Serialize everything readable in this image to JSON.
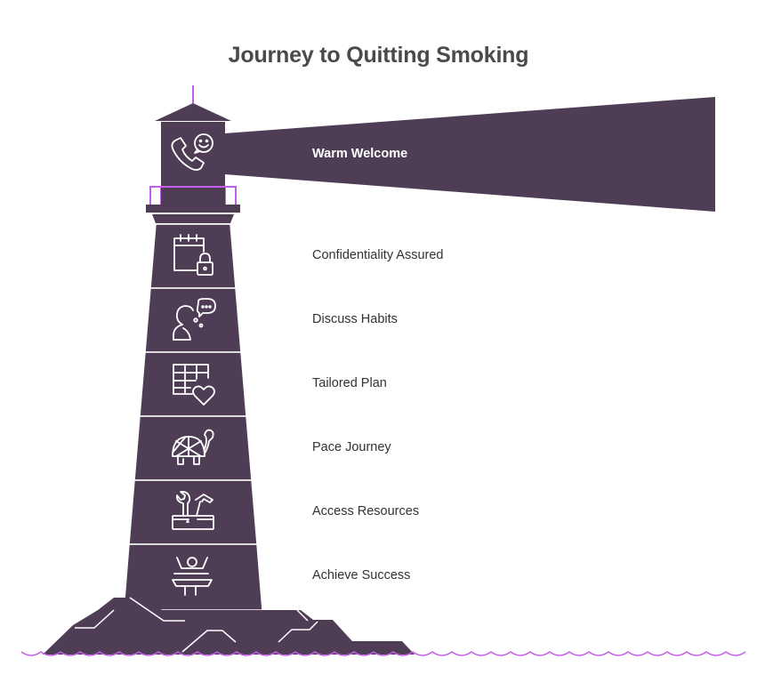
{
  "title": "Journey to Quitting Smoking",
  "colors": {
    "tower": "#4e3d55",
    "accent": "#c45fe8",
    "line": "#ffffff",
    "title": "#4a4a4a",
    "label": "#333333"
  },
  "steps": [
    {
      "label": "Warm Welcome",
      "icon": "phone-smile-icon"
    },
    {
      "label": "Confidentiality Assured",
      "icon": "calendar-lock-icon"
    },
    {
      "label": "Discuss Habits",
      "icon": "person-speech-icon"
    },
    {
      "label": "Tailored Plan",
      "icon": "table-heart-icon"
    },
    {
      "label": "Pace Journey",
      "icon": "turtle-icon"
    },
    {
      "label": "Access Resources",
      "icon": "toolbox-icon"
    },
    {
      "label": "Achieve Success",
      "icon": "celebrating-person-icon"
    }
  ]
}
